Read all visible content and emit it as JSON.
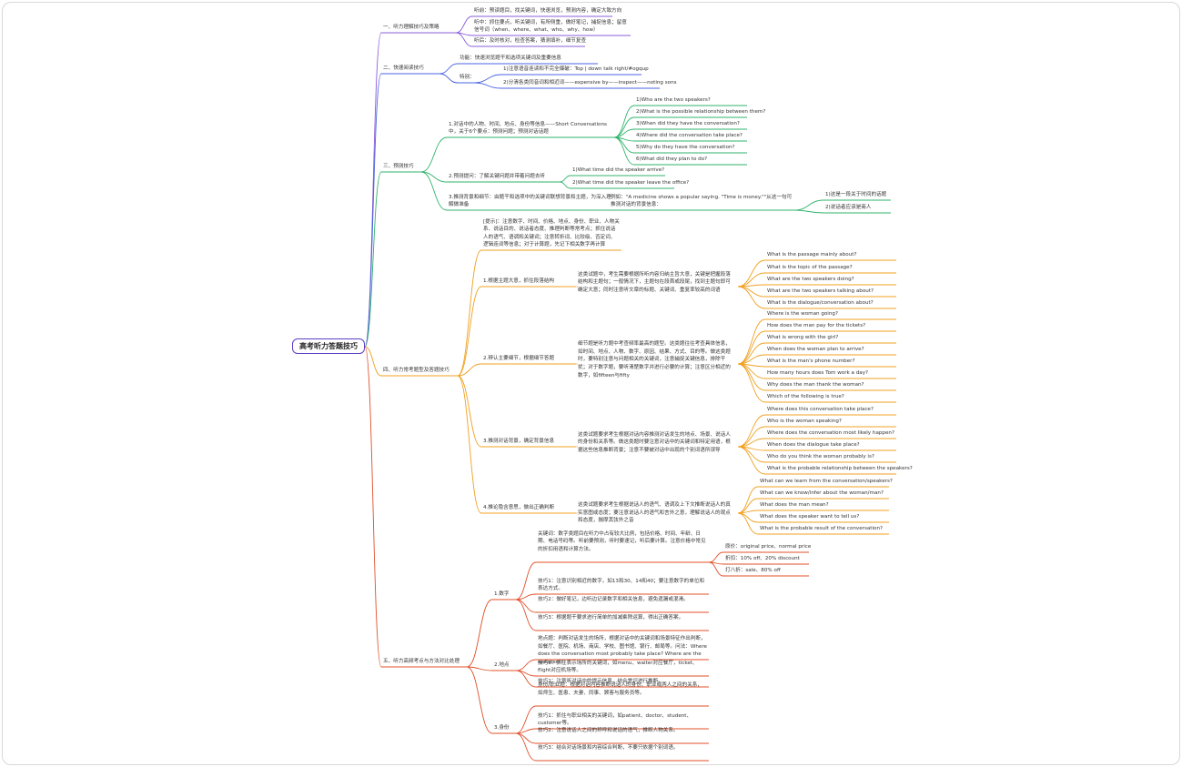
{
  "title": "高考听力答题技巧",
  "colors": {
    "root_border": "#5b3fc4",
    "branch_1": "#8a5cd8",
    "branch_2": "#4b63e0",
    "branch_3": "#2fb36b",
    "branch_4": "#f0a020",
    "branch_5": "#e0502a"
  },
  "branches": [
    {
      "label": "一、听力理解技巧及策略",
      "children": [
        {
          "label": "听前：预读题目，找关键词，快速浏览，预测内容，确定大致方向"
        },
        {
          "label": "听中：抓住要点，听关键词，有所侧重，做好笔记，捕捉信息；留意信号词（when、where、what、who、why、how）"
        },
        {
          "label": "听后：及时核对，检查答案，猜测填补，细节复查"
        }
      ]
    },
    {
      "label": "二、快速阅读技巧",
      "children": [
        {
          "label": "功能：快速浏览题干和选项关键词及重要信息"
        },
        {
          "label": "特别：",
          "children": [
            {
              "label": "1)注意语音连读和不完全爆破：Top | down  talk  right/#ogqup"
            },
            {
              "label": "2)分清各类同音词和相近词——expensive by——inspect——noting sons"
            }
          ]
        }
      ]
    },
    {
      "label": "三、预测技巧",
      "children": [
        {
          "label": "1.对话中的人物、时间、地点、身份等信息——Short Conversations中，关于6个要点：预测问题；预测对话话题",
          "children": [
            {
              "label": "1)Who are the two speakers?"
            },
            {
              "label": "2)What is the possible relationship between them?"
            },
            {
              "label": "3)When did they have the conversation?"
            },
            {
              "label": "4)Where did the conversation take place?"
            },
            {
              "label": "5)Why do they have the conversation?"
            },
            {
              "label": "6)What did they plan to do?"
            }
          ]
        },
        {
          "label": "2.预测提问：了解关键问题并带着问题去听",
          "children": [
            {
              "label": "1)What time did the speaker arrive?"
            },
            {
              "label": "2)What time did the speaker leave the office?"
            }
          ]
        },
        {
          "label": "3.推测背景和细节：由题干和选项中的关键词联想背景和主题，为深入理解做准备",
          "children": [
            {
              "label": "例如：\"A medicine shows a popular saying. \"Time is money.\"\"从这一句可推测对话的背景信息：",
              "children": [
                {
                  "label": "1)这是一段关于时间的话题"
                },
                {
                  "label": "2)说话者应该是商人"
                }
              ]
            }
          ]
        }
      ]
    },
    {
      "label": "四、听力常考题型及答题技巧",
      "children": [
        {
          "label": "[提示]：注意数字、时间、价格、地点、身份、职业、人物关系、说话目的、说话者态度、推理判断等常考点；抓住说话人的语气、语调和关键词；注意转折词、比较级、否定词、逻辑连词等信息；对于计算题，先记下相关数字再计算"
        },
        {
          "label": "1.根据主题大意，抓住段落结构",
          "desc": "这类试题中，考生需要根据所听内容归纳主旨大意，关键是把握段落结构和主题句；一般情况下，主题句在段首或段尾，找到主题句即可确定大意；同时注意听文章的标题、关键词、重复率较高的词语",
          "children": [
            {
              "label": "What is the passage mainly about?"
            },
            {
              "label": "What is the topic of the passage?"
            },
            {
              "label": "What are the two speakers doing?"
            },
            {
              "label": "What are the two speakers talking about?"
            },
            {
              "label": "What is the dialogue/conversation about?"
            }
          ]
        },
        {
          "label": "2.辨认主要细节，根据细节答题",
          "desc": "细节题是听力题中考查频率最高的题型。这类题往往考查具体信息，如时间、地点、人物、数字、原因、结果、方式、目的等。做这类题时，要特别注意与问题相关的关键词，注意捕捉关键信息，排除干扰；对于数字题，要听清楚数字并进行必要的计算；注意区分相近的数字，如fifteen与fifty",
          "children": [
            {
              "label": "Where is the woman going?"
            },
            {
              "label": "How does the man pay for the tickets?"
            },
            {
              "label": "What is wrong with the girl?"
            },
            {
              "label": "When does the woman plan to arrive?"
            },
            {
              "label": "What is the man's phone number?"
            },
            {
              "label": "How many hours does Tom work a day?"
            },
            {
              "label": "Why does the man thank the woman?"
            },
            {
              "label": "Which of the following is true?"
            }
          ]
        },
        {
          "label": "3.推测对话背景，确定背景信息",
          "desc": "这类试题要求考生根据对话内容推测对话发生的地点、场景、说话人的身份和关系等。做这类题时要注意对话中的关键词和特定用语，根据这些信息推断背景；注意不要被对话中出现的个别词语所误导",
          "children": [
            {
              "label": "Where does this conversation take place?"
            },
            {
              "label": "Who is the woman speaking?"
            },
            {
              "label": "Where does the conversation most likely happen?"
            },
            {
              "label": "When does the dialogue take place?"
            },
            {
              "label": "Who do you think the woman probably is?"
            },
            {
              "label": "What is the probable relationship between the speakers?"
            }
          ]
        },
        {
          "label": "4.推论隐含意思，做出正确判断",
          "desc": "这类试题要求考生根据说话人的语气、语调及上下文推断说话人的真实意图或态度；要注意说话人的语气和言外之意，理解说话人的观点和态度，揣摩其弦外之音",
          "children": [
            {
              "label": "What can we learn from the conversation/speakers?"
            },
            {
              "label": "What can we know/infer about the woman/man?"
            },
            {
              "label": "What does the man mean?"
            },
            {
              "label": "What does the speaker want to tell us?"
            },
            {
              "label": "What is the probable result of the conversation?"
            }
          ]
        }
      ]
    },
    {
      "label": "五、听力高频考点与方法对比处理",
      "children": [
        {
          "label": "1.数字",
          "notes": [
            {
              "label": "关键词：数字类题目在听力中占有较大比例，包括价格、时间、年龄、日期、电话号码等。听前要预测，听时要速记，听后要计算。注意价格中常见的折扣用语和计算方法。",
              "children": [
                {
                  "label": "原价：original price、normal price"
                },
                {
                  "label": "折扣：10% off、20% discount"
                },
                {
                  "label": "打八折：sale、80% off"
                }
              ]
            },
            {
              "label": "技巧1：注意识别相近的数字，如13和30、14和40；要注意数字的单位和表达方式。"
            },
            {
              "label": "技巧2：做好笔记，边听边记录数字和相关信息，避免遗漏或混淆。"
            },
            {
              "label": "技巧3：根据题干要求进行简单的加减乘除运算，得出正确答案。"
            }
          ]
        },
        {
          "label": "2.地点",
          "notes": [
            {
              "label": "地点题：判断对话发生的场所，根据对话中的关键词和场景特征作出判断，如餐厅、医院、机场、商店、学校、图书馆、银行、邮局等。问法：Where does the conversation most probably take place? Where are the speakers?"
            },
            {
              "label": "技巧1：抓住表示场所的关键词，如menu、waiter对应餐厅，ticket、flight对应机场等。"
            },
            {
              "label": "技巧2：注意听对话中的提示信息，结合常识进行推断。"
            }
          ]
        },
        {
          "label": "3.身份",
          "notes": [
            {
              "label": "身份/职业题：根据对话内容推断说话人的身份、职业或两人之间的关系，如师生、医患、夫妻、同事、顾客与服务员等。"
            },
            {
              "label": "技巧1：抓住与职业相关的关键词，如patient、doctor、student、customer等。"
            },
            {
              "label": "技巧2：注意说话人之间的称呼和说话的语气，推断人物关系。"
            },
            {
              "label": "技巧3：结合对话场景和内容综合判断，不要只依据个别词语。"
            }
          ]
        }
      ]
    }
  ]
}
